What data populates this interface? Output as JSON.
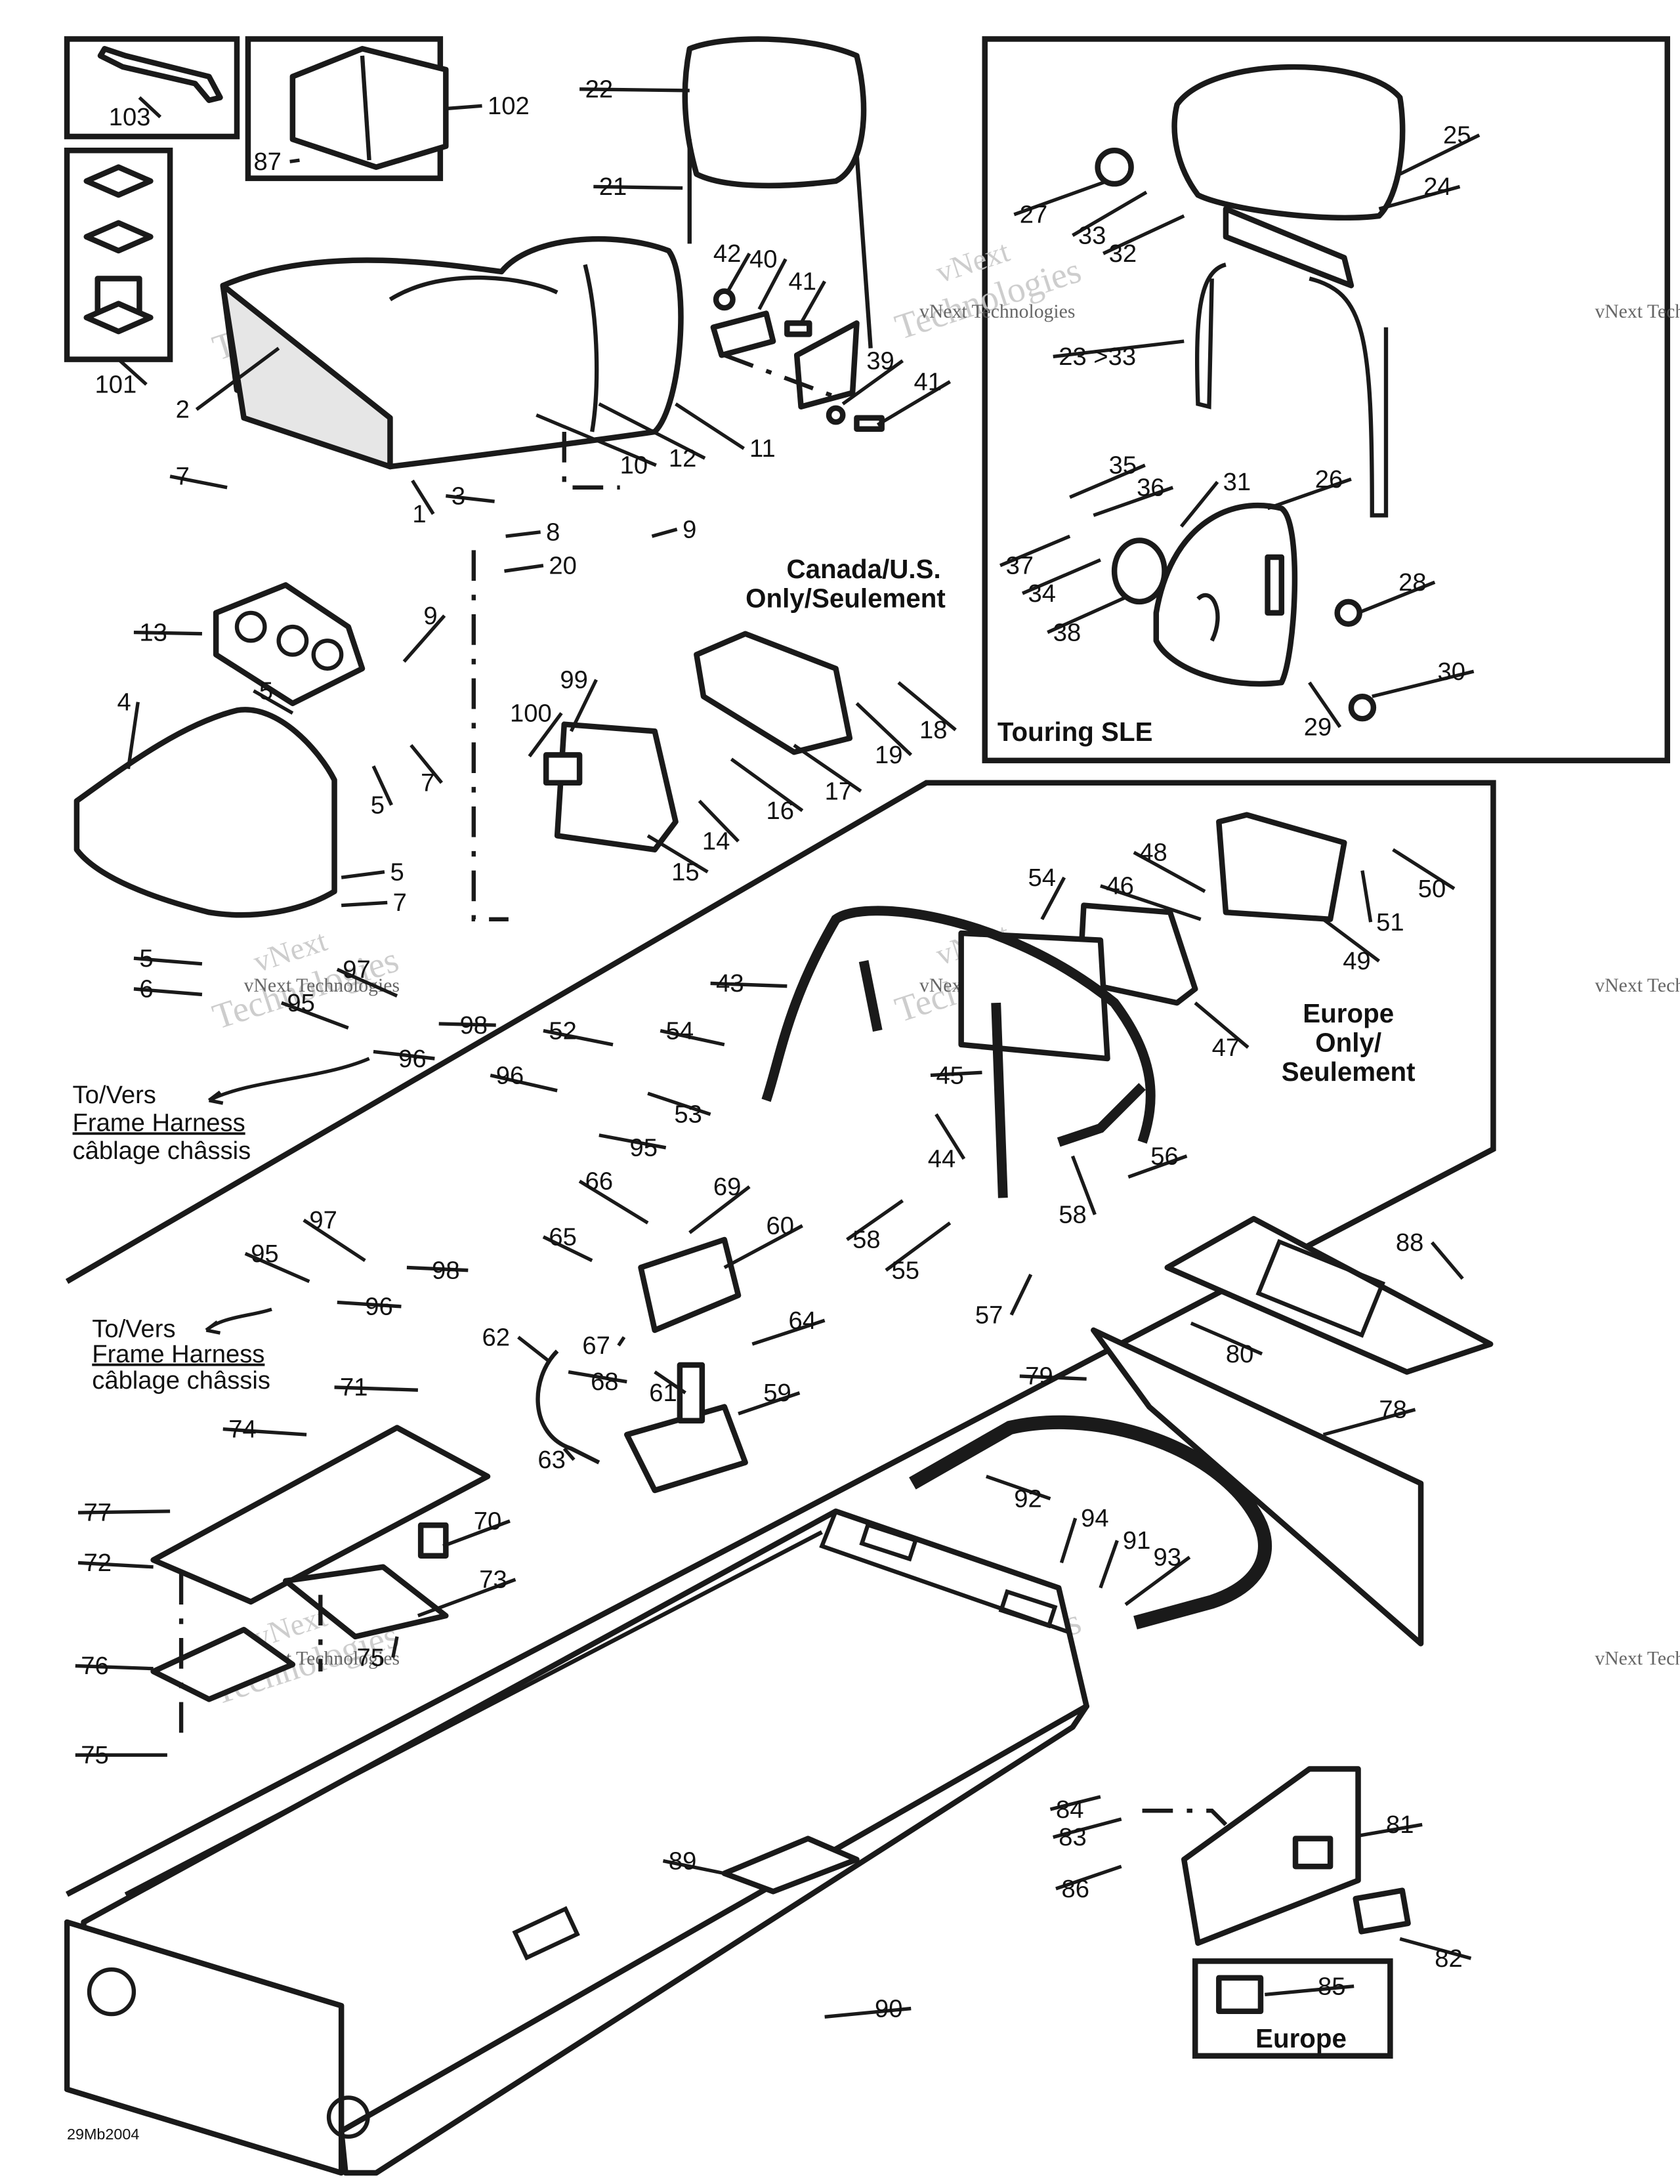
{
  "diagram_code": "29Mb2004",
  "watermark": {
    "line1": "vNext Technologies",
    "line2": "vNext",
    "line3": "Technologies"
  },
  "sections": {
    "canada_us": "Canada/U.S.",
    "only_seulement": "Only/Seulement",
    "touring_sle": "Touring SLE",
    "europe_only_1": "Europe",
    "europe_only_2": "Only/",
    "europe_only_3": "Seulement",
    "europe_box": "Europe"
  },
  "harness_labels": {
    "a": {
      "to_vers": "To/Vers",
      "frame_harness": "Frame Harness",
      "cablage": "câblage châssis"
    },
    "b": {
      "to_vers": "To/Vers",
      "frame_harness": "Frame Harness",
      "cablage": "câblage châssis"
    }
  },
  "callouts": [
    "103",
    "102",
    "87",
    "101",
    "22",
    "21",
    "42",
    "40",
    "41",
    "39",
    "41",
    "2",
    "10",
    "12",
    "11",
    "1",
    "7",
    "3",
    "8",
    "20",
    "9",
    "13",
    "9",
    "4",
    "5",
    "5",
    "7",
    "5",
    "7",
    "5",
    "6",
    "99",
    "100",
    "14",
    "15",
    "16",
    "17",
    "19",
    "18",
    "25",
    "24",
    "27",
    "33",
    "32",
    "23 >33",
    "35",
    "36",
    "31",
    "26",
    "37",
    "34",
    "38",
    "28",
    "30",
    "29",
    "54",
    "48",
    "46",
    "50",
    "51",
    "49",
    "47",
    "43",
    "97",
    "95",
    "98",
    "96",
    "52",
    "54",
    "96",
    "53",
    "95",
    "45",
    "44",
    "56",
    "58",
    "58",
    "55",
    "57",
    "66",
    "69",
    "60",
    "65",
    "97",
    "95",
    "98",
    "96",
    "62",
    "67",
    "64",
    "68",
    "61",
    "59",
    "63",
    "88",
    "80",
    "79",
    "78",
    "71",
    "74",
    "70",
    "72",
    "73",
    "77",
    "76",
    "75",
    "75",
    "92",
    "94",
    "91",
    "93",
    "84",
    "83",
    "86",
    "81",
    "82",
    "85",
    "89",
    "90"
  ]
}
